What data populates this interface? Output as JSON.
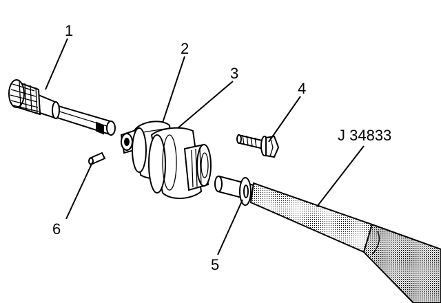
{
  "labels": {
    "part_1": "1",
    "part_2": "2",
    "part_3": "3",
    "part_4": "4",
    "part_5": "5",
    "part_6": "6",
    "tool": "J 34833"
  },
  "colors": {
    "line": "#000000",
    "background": "#ffffff",
    "stipple": "#9a9a9a"
  }
}
